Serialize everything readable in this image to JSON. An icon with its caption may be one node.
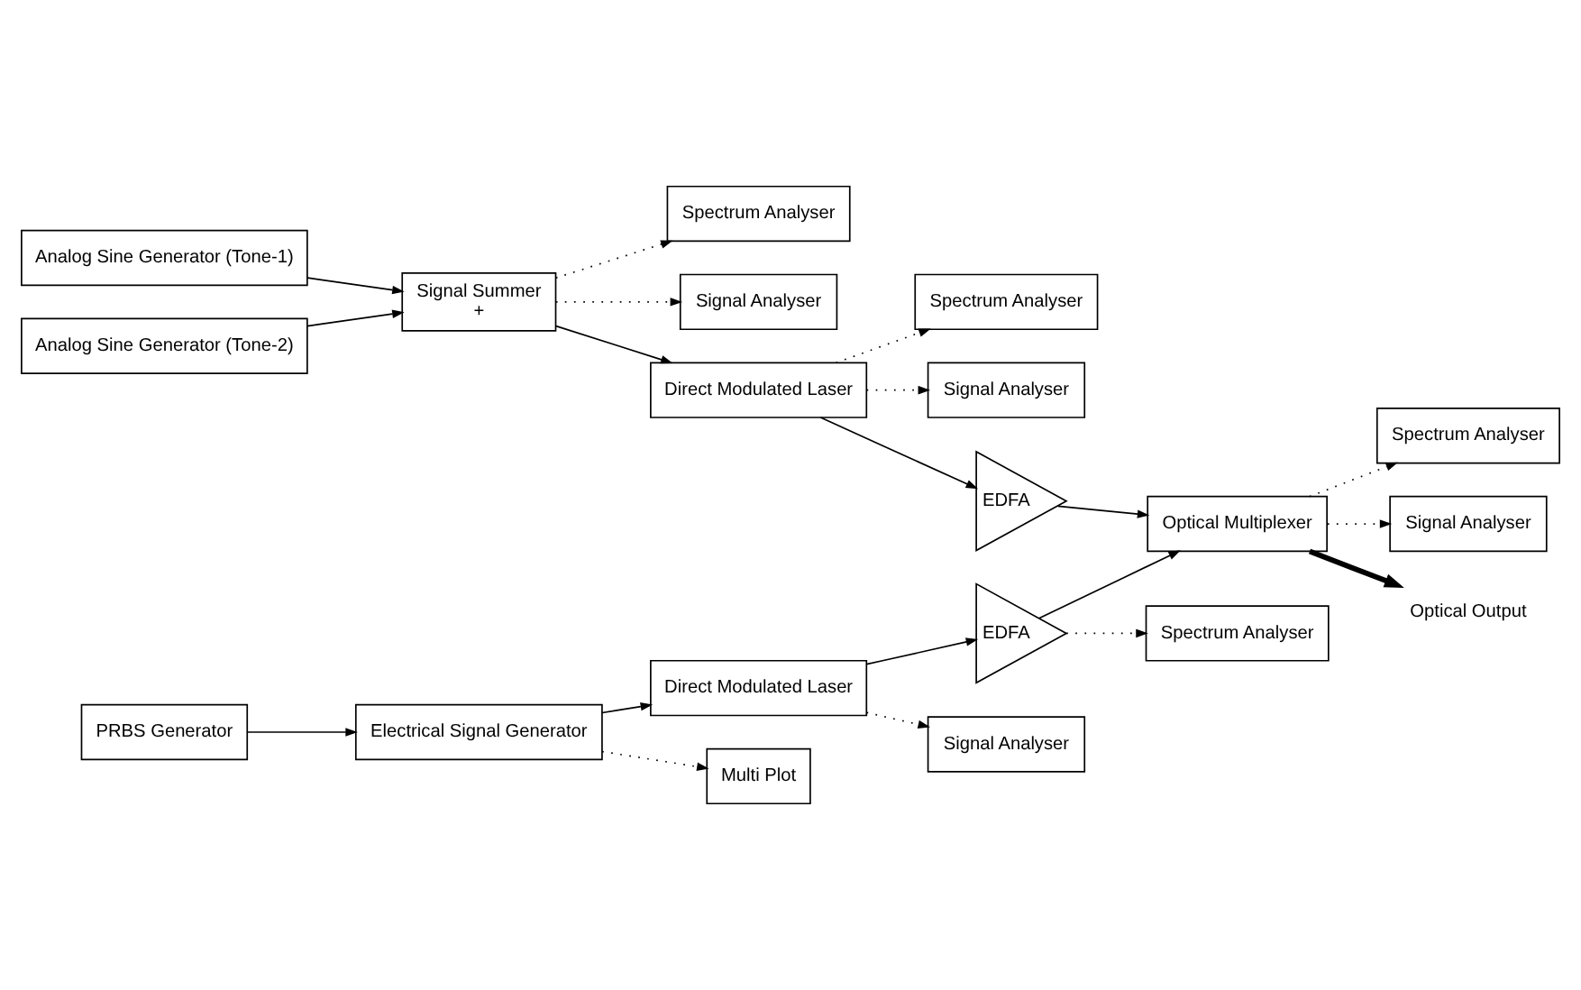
{
  "diagram": {
    "nodes": [
      {
        "text": [
          "Analog Sine Generator (Tone-1)"
        ]
      },
      {
        "text": [
          "Analog Sine Generator (Tone-2)"
        ]
      },
      {
        "text": [
          "PRBS Generator"
        ]
      },
      {
        "text": [
          "Signal Summer",
          "+"
        ]
      },
      {
        "text": [
          "Spectrum Analyser"
        ]
      },
      {
        "text": [
          "Signal Analyser"
        ]
      },
      {
        "text": [
          "Direct Modulated Laser"
        ]
      },
      {
        "text": [
          "Electrical Signal Generator"
        ]
      },
      {
        "text": [
          "Spectrum Analyser"
        ]
      },
      {
        "text": [
          "Signal Analyser"
        ]
      },
      {
        "text": [
          "EDFA"
        ]
      },
      {
        "text": [
          "Direct Modulated Laser"
        ]
      },
      {
        "text": [
          "Multi Plot"
        ]
      },
      {
        "text": [
          "EDFA"
        ]
      },
      {
        "text": [
          "Signal Analyser"
        ]
      },
      {
        "text": [
          "Spectrum Analyser"
        ]
      },
      {
        "text": [
          "Spectrum Analyser"
        ]
      },
      {
        "text": [
          "Signal Analyser"
        ]
      },
      {
        "text": [
          "Optical Multiplexer"
        ]
      },
      {
        "text": [
          "Optical Output"
        ]
      }
    ],
    "edges": [
      {
        "from": 0,
        "to": 3,
        "arrow": "to"
      },
      {
        "from": 1,
        "to": 3,
        "arrow": "to"
      },
      {
        "from": 3,
        "to": 4,
        "arrow": "to",
        "style": "dashed"
      },
      {
        "from": 3,
        "to": 5,
        "arrow": "to",
        "style": "dashed"
      },
      {
        "from": 3,
        "to": 6,
        "arrow": "to"
      },
      {
        "from": 6,
        "to": 8,
        "arrow": "to",
        "style": "dashed"
      },
      {
        "from": 6,
        "to": 9,
        "arrow": "to",
        "style": "dashed"
      },
      {
        "from": 6,
        "to": 10,
        "arrow": "to"
      },
      {
        "from": 2,
        "to": 7,
        "arrow": "to"
      },
      {
        "from": 7,
        "to": 11,
        "arrow": "to"
      },
      {
        "from": 7,
        "to": 12,
        "arrow": "to",
        "style": "dashed"
      },
      {
        "from": 11,
        "to": 13,
        "arrow": "to"
      },
      {
        "from": 11,
        "to": 14,
        "arrow": "to",
        "style": "dashed"
      },
      {
        "from": 10,
        "to": 18,
        "arrow": "to"
      },
      {
        "from": 13,
        "to": 18,
        "arrow": "to"
      },
      {
        "from": 13,
        "to": 15,
        "arrow": "to",
        "style": "dashed"
      },
      {
        "from": 18,
        "to": 16,
        "arrow": "to",
        "style": "dashed"
      },
      {
        "from": 18,
        "to": 17,
        "arrow": "to",
        "style": "dashed"
      },
      {
        "from": 18,
        "to": 19,
        "arrow": "to",
        "style": "thick"
      }
    ]
  }
}
